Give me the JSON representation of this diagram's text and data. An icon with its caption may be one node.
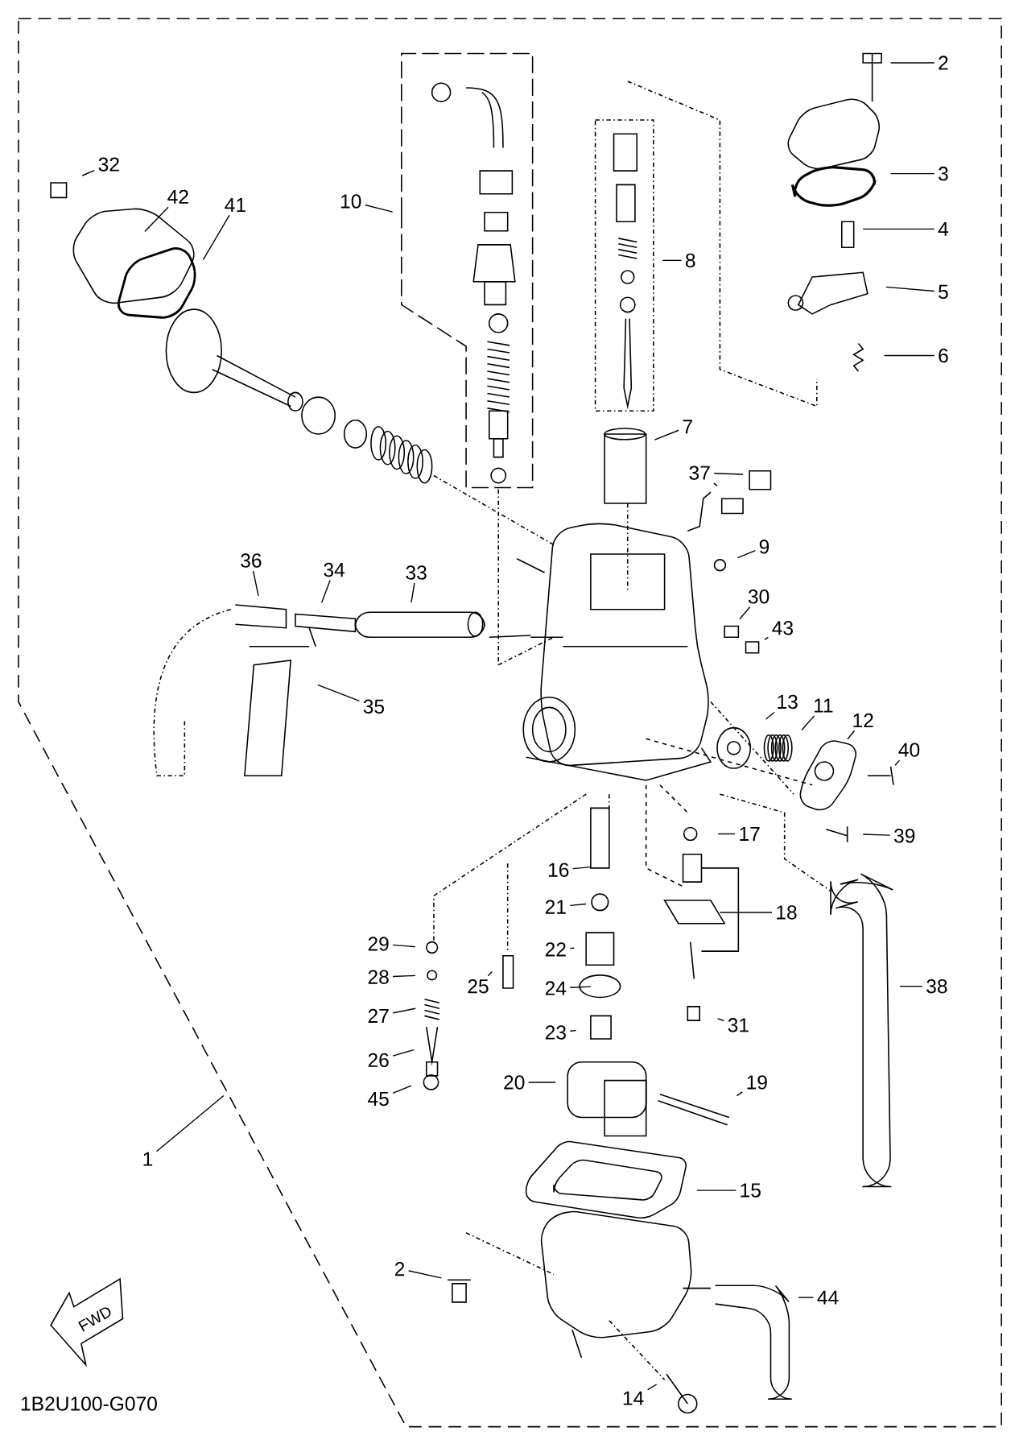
{
  "diagram": {
    "nodes": [
      {
        "text": [
          "2"
        ]
      },
      {
        "text": [
          "32"
        ]
      },
      {
        "text": [
          "42"
        ]
      },
      {
        "text": [
          "41"
        ]
      },
      {
        "text": [
          "3"
        ]
      },
      {
        "text": [
          "10"
        ]
      },
      {
        "text": [
          "4"
        ]
      },
      {
        "text": [
          "8"
        ]
      },
      {
        "text": [
          "5"
        ]
      },
      {
        "text": [
          "6"
        ]
      },
      {
        "text": [
          "7"
        ]
      },
      {
        "text": [
          "37"
        ]
      },
      {
        "text": [
          "9"
        ]
      },
      {
        "text": [
          "36"
        ]
      },
      {
        "text": [
          "34"
        ]
      },
      {
        "text": [
          "33"
        ]
      },
      {
        "text": [
          "30"
        ]
      },
      {
        "text": [
          "43"
        ]
      },
      {
        "text": [
          "13"
        ]
      },
      {
        "text": [
          "11"
        ]
      },
      {
        "text": [
          "12"
        ]
      },
      {
        "text": [
          "35"
        ]
      },
      {
        "text": [
          "40"
        ]
      },
      {
        "text": [
          "39"
        ]
      },
      {
        "text": [
          "17"
        ]
      },
      {
        "text": [
          "16"
        ]
      },
      {
        "text": [
          "18"
        ]
      },
      {
        "text": [
          "21"
        ]
      },
      {
        "text": [
          "29"
        ]
      },
      {
        "text": [
          "25"
        ]
      },
      {
        "text": [
          "22"
        ]
      },
      {
        "text": [
          "28"
        ]
      },
      {
        "text": [
          "24"
        ]
      },
      {
        "text": [
          "38"
        ]
      },
      {
        "text": [
          "27"
        ]
      },
      {
        "text": [
          "31"
        ]
      },
      {
        "text": [
          "23"
        ]
      },
      {
        "text": [
          "26"
        ]
      },
      {
        "text": [
          "20"
        ]
      },
      {
        "text": [
          "19"
        ]
      },
      {
        "text": [
          "45"
        ]
      },
      {
        "text": [
          "1"
        ]
      },
      {
        "text": [
          "15"
        ]
      },
      {
        "text": [
          "2"
        ]
      },
      {
        "text": [
          "44"
        ]
      },
      {
        "text": [
          "14"
        ]
      },
      {
        "text": [
          "FWD"
        ]
      }
    ],
    "edges": [
      {
        "from": 0,
        "to": null,
        "arrow": "none"
      },
      {
        "from": 1,
        "to": null,
        "arrow": "none"
      },
      {
        "from": 2,
        "to": null,
        "arrow": "none"
      },
      {
        "from": 3,
        "to": null,
        "arrow": "none"
      },
      {
        "from": 4,
        "to": null,
        "arrow": "none"
      },
      {
        "from": 5,
        "to": null,
        "arrow": "none"
      },
      {
        "from": 6,
        "to": null,
        "arrow": "none"
      },
      {
        "from": 7,
        "to": null,
        "arrow": "none"
      },
      {
        "from": 8,
        "to": null,
        "arrow": "none"
      },
      {
        "from": 9,
        "to": null,
        "arrow": "none"
      },
      {
        "from": 10,
        "to": null,
        "arrow": "none"
      },
      {
        "from": 11,
        "to": null,
        "arrow": "none"
      },
      {
        "from": 11,
        "to": null,
        "arrow": "none"
      },
      {
        "from": 12,
        "to": null,
        "arrow": "none"
      },
      {
        "from": 13,
        "to": null,
        "arrow": "none"
      },
      {
        "from": 14,
        "to": null,
        "arrow": "none"
      },
      {
        "from": 15,
        "to": null,
        "arrow": "none"
      },
      {
        "from": 16,
        "to": null,
        "arrow": "none"
      },
      {
        "from": 17,
        "to": null,
        "arrow": "none"
      },
      {
        "from": 18,
        "to": null,
        "arrow": "none"
      },
      {
        "from": 19,
        "to": null,
        "arrow": "none"
      },
      {
        "from": 20,
        "to": null,
        "arrow": "none"
      },
      {
        "from": 21,
        "to": null,
        "arrow": "none"
      },
      {
        "from": 22,
        "to": null,
        "arrow": "none"
      },
      {
        "from": 23,
        "to": null,
        "arrow": "none"
      },
      {
        "from": 24,
        "to": null,
        "arrow": "none"
      },
      {
        "from": 25,
        "to": null,
        "arrow": "none"
      },
      {
        "from": 26,
        "to": null,
        "arrow": "none"
      },
      {
        "from": 27,
        "to": null,
        "arrow": "none"
      },
      {
        "from": 28,
        "to": null,
        "arrow": "none"
      },
      {
        "from": 29,
        "to": null,
        "arrow": "none"
      },
      {
        "from": 30,
        "to": null,
        "arrow": "none"
      },
      {
        "from": 31,
        "to": null,
        "arrow": "none"
      },
      {
        "from": 32,
        "to": null,
        "arrow": "none"
      },
      {
        "from": 33,
        "to": null,
        "arrow": "none"
      },
      {
        "from": 34,
        "to": null,
        "arrow": "none"
      },
      {
        "from": 35,
        "to": null,
        "arrow": "none"
      },
      {
        "from": 36,
        "to": null,
        "arrow": "none"
      },
      {
        "from": 37,
        "to": null,
        "arrow": "none"
      },
      {
        "from": 38,
        "to": null,
        "arrow": "none"
      },
      {
        "from": 39,
        "to": null,
        "arrow": "none"
      },
      {
        "from": 40,
        "to": null,
        "arrow": "none"
      },
      {
        "from": 41,
        "to": null,
        "arrow": "none"
      },
      {
        "from": 42,
        "to": null,
        "arrow": "none"
      },
      {
        "from": 43,
        "to": null,
        "arrow": "none"
      },
      {
        "from": 44,
        "to": null,
        "arrow": "none"
      },
      {
        "from": 45,
        "to": null,
        "arrow": "none"
      }
    ],
    "labels": [
      "1B2U100-G070"
    ]
  }
}
